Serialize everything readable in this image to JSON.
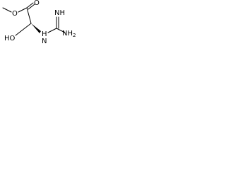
{
  "atoms": {
    "ester_oxygen": "O",
    "carbonyl_oxygen": "O",
    "hydroxyl_group": "HO",
    "amine_hydrogen_symbol": "H",
    "amine_hydrogen_nitrogen": "N",
    "imine_group": "NH",
    "amino_group": "NH",
    "amino_subscript": "2"
  }
}
